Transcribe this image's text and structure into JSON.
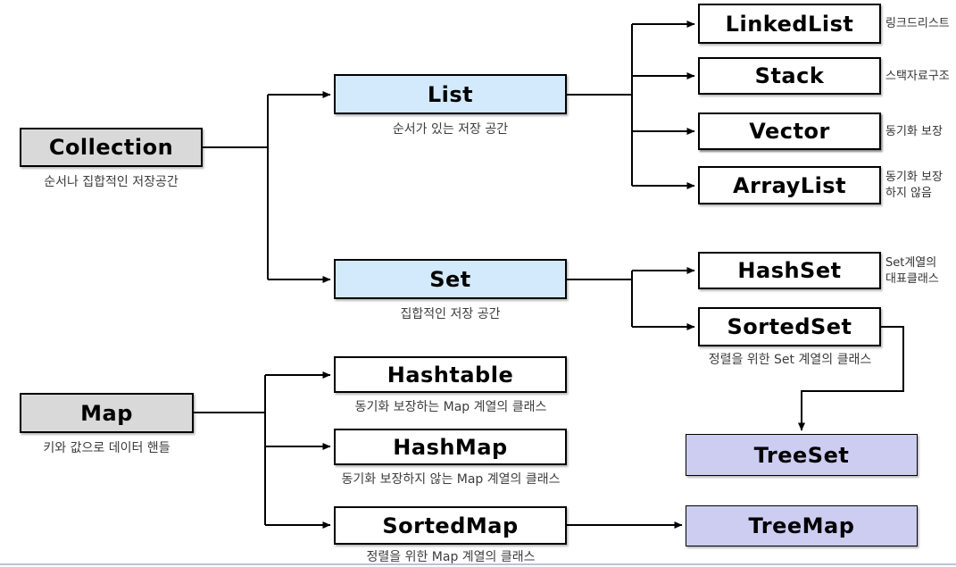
{
  "colors": {
    "root_fill": "#d9d9d9",
    "interface_fill": "#d2eafc",
    "class_fill": "#ffffff",
    "tree_fill": "#cdcdf2",
    "line": "#000000",
    "bottom_rule": "#b5c7d9"
  },
  "nodes": {
    "collection": {
      "label": "Collection",
      "caption": "순서나 집합적인 저장공간"
    },
    "list": {
      "label": "List",
      "caption": "순서가 있는 저장 공간"
    },
    "set": {
      "label": "Set",
      "caption": "집합적인 저장 공간"
    },
    "linkedlist": {
      "label": "LinkedList",
      "side_note": "링크드리스트"
    },
    "stack": {
      "label": "Stack",
      "side_note": "스택자료구조"
    },
    "vector": {
      "label": "Vector",
      "side_note": "동기화 보장"
    },
    "arraylist": {
      "label": "ArrayList",
      "side_note": "동기화 보장\n하지 않음"
    },
    "hashset": {
      "label": "HashSet",
      "side_note": "Set계열의\n대표클래스"
    },
    "sortedset": {
      "label": "SortedSet",
      "caption": "정렬을 위한 Set 계열의 클래스"
    },
    "map": {
      "label": "Map",
      "caption": "키와 값으로 데이터 핸들"
    },
    "hashtable": {
      "label": "Hashtable",
      "caption": "동기화 보장하는 Map 계열의 클래스"
    },
    "hashmap": {
      "label": "HashMap",
      "caption": "동기화 보장하지 않는 Map 계열의 클래스"
    },
    "sortedmap": {
      "label": "SortedMap",
      "caption": "정렬을 위한 Map 계열의 클래스"
    },
    "treeset": {
      "label": "TreeSet"
    },
    "treemap": {
      "label": "TreeMap"
    }
  }
}
